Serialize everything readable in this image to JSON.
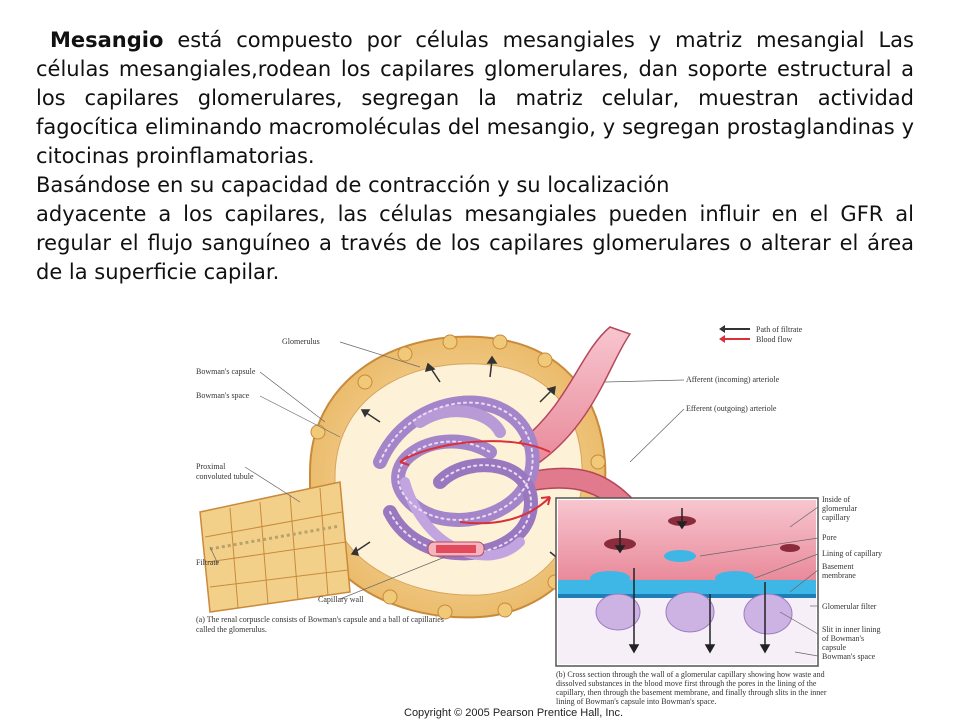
{
  "text": {
    "p1_bold": "Mesangio",
    "p1_rest": " está compuesto por células mesangiales y matriz mesangial Las células mesangiales,rodean los capilares glomerulares, dan soporte estructural a los capilares glomerulares, segregan la matriz celular, muestran actividad fagocítica eliminando macromoléculas del mesangio, y segregan prostaglandinas y citocinas proinflamatorias.",
    "p2": "Basándose en su capacidad de contracción y su localización",
    "p3": "adyacente a los capilares, las células mesangiales pueden influir en el GFR al regular el flujo sanguíneo a través de los capilares glomerulares o alterar el área de la superficie capilar."
  },
  "diagram": {
    "legend": {
      "filtrate": "Path of filtrate",
      "blood": "Blood flow",
      "filtrate_color": "#333333",
      "blood_color": "#d9303a"
    },
    "labels_a": {
      "glomerulus": "Glomerulus",
      "bowmans_capsule": "Bowman's capsule",
      "bowmans_space": "Bowman's space",
      "proximal_1": "Proximal",
      "proximal_2": "convoluted tubule",
      "filtrate": "Filtrate",
      "capillary_wall": "Capillary wall",
      "afferent": "Afferent (incoming) arteriole",
      "efferent": "Efferent (outgoing) arteriole"
    },
    "labels_b": {
      "inside_1": "Inside of",
      "inside_2": "glomerular",
      "inside_3": "capillary",
      "pore": "Pore",
      "lining": "Lining of capillary",
      "basement_1": "Basement",
      "basement_2": "membrane",
      "filter": "Glomerular filter",
      "slit_1": "Slit in inner lining",
      "slit_2": "of Bowman's",
      "slit_3": "capsule",
      "space": "Bowman's space"
    },
    "caption_a": {
      "l1": "(a) The renal corpuscle consists of Bowman's capsule and a ball of capillaries",
      "l2": "called the glomerulus."
    },
    "caption_b": {
      "l1": "(b) Cross section through the wall of a glomerular capillary showing how waste and",
      "l2": "dissolved substances in the blood move first through the pores in the lining of the",
      "l3": "capillary, then through the basement membrane, and finally through slits in the inner",
      "l4": "lining of Bowman's capsule into Bowman's space."
    },
    "copyright": "Copyright © 2005 Pearson Prentice Hall, Inc."
  }
}
